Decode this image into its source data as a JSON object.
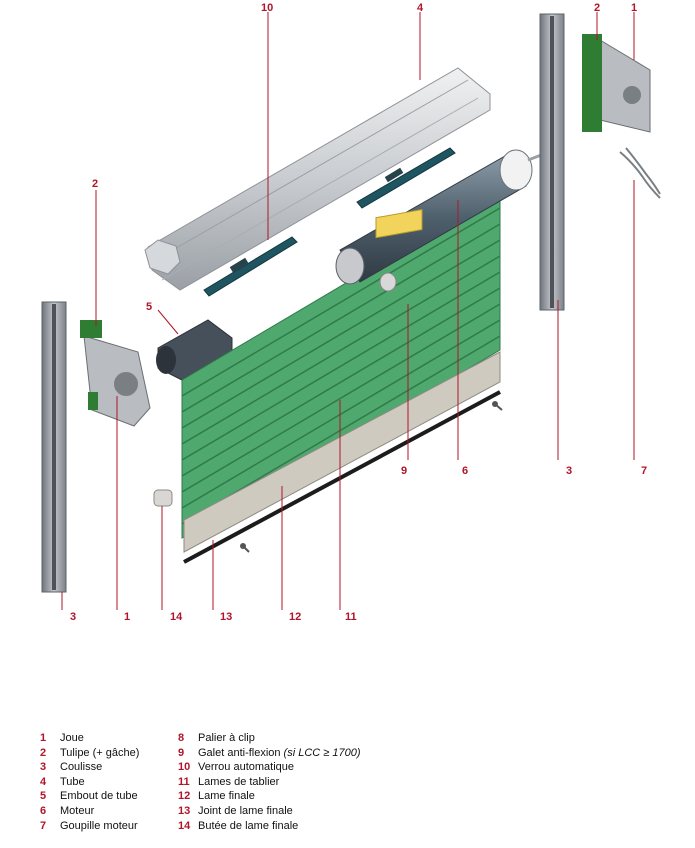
{
  "callouts": {
    "top_10": "10",
    "top_4": "4",
    "top_2": "2",
    "top_1": "1",
    "left_2": "2",
    "left_5": "5",
    "bottom_3_left": "3",
    "bottom_1": "1",
    "bottom_14": "14",
    "bottom_13": "13",
    "bottom_12": "12",
    "bottom_11": "11",
    "mid_9": "9",
    "mid_6": "6",
    "right_3": "3",
    "right_7": "7"
  },
  "legend": {
    "left": [
      {
        "num": "1",
        "label": "Joue"
      },
      {
        "num": "2",
        "label": "Tulipe (+ gâche)"
      },
      {
        "num": "3",
        "label": "Coulisse"
      },
      {
        "num": "4",
        "label": "Tube"
      },
      {
        "num": "5",
        "label": "Embout de tube"
      },
      {
        "num": "6",
        "label": "Moteur"
      },
      {
        "num": "7",
        "label": "Goupille moteur"
      }
    ],
    "right": [
      {
        "num": "8",
        "label": "Palier à clip",
        "note": ""
      },
      {
        "num": "9",
        "label": "Galet anti-flexion",
        "note": "(si LCC ≥ 1700)"
      },
      {
        "num": "10",
        "label": "Verrou automatique",
        "note": ""
      },
      {
        "num": "11",
        "label": "Lames de tablier",
        "note": ""
      },
      {
        "num": "12",
        "label": "Lame finale",
        "note": ""
      },
      {
        "num": "13",
        "label": "Joint de lame finale",
        "note": ""
      },
      {
        "num": "14",
        "label": "Butée de lame finale",
        "note": ""
      }
    ]
  },
  "colors": {
    "callout": "#b0152a",
    "slat": "#4fa86e",
    "slat_dark": "#2f7a4a",
    "motor": "#5a6b78",
    "rail": "#8a9097",
    "metal": "#b9bcc0",
    "bracket_green": "#2e7d32"
  }
}
